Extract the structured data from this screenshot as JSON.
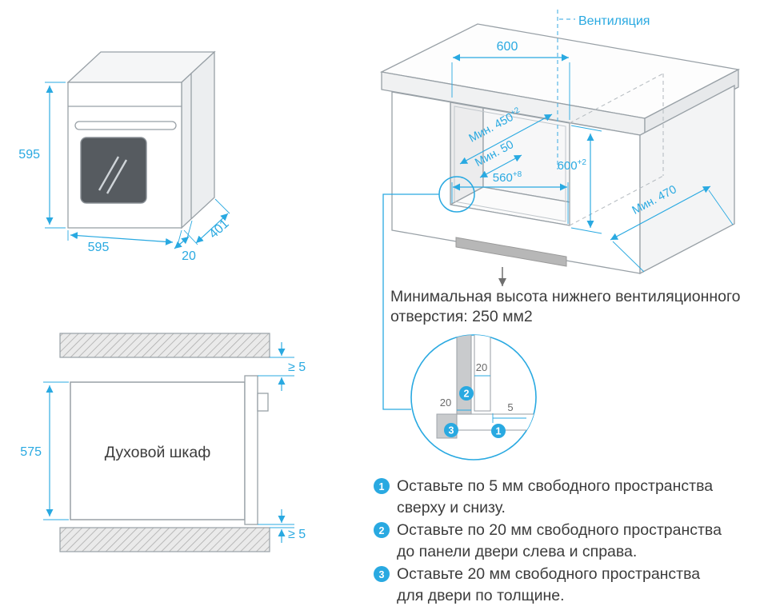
{
  "colors": {
    "accent": "#29a9e1",
    "text": "#3c3c3c",
    "line": "#98a0a6"
  },
  "oven3d": {
    "dim_height": "595",
    "dim_width": "595",
    "dim_depth": "401",
    "dim_door_thickness": "20"
  },
  "cabinet": {
    "ventilation_label": "Вентиляция",
    "dim_top_width": "600",
    "dim_min_depth_upper": "Мин. 450",
    "dim_min_depth_upper_sup": "+2",
    "dim_min_gap": "Мин. 50",
    "dim_niche_height": "600",
    "dim_niche_height_sup": "+2",
    "dim_niche_width": "560",
    "dim_niche_width_sup": "+8",
    "dim_min_depth_lower": "Мин. 470",
    "vent_note_line1": "Минимальная высота нижнего вентиляционного",
    "vent_note_line2": "отверстия: 250 мм2"
  },
  "section": {
    "oven_label": "Духовой шкаф",
    "dim_height": "575",
    "dim_gap_top": "≥ 5",
    "dim_gap_bottom": "≥ 5"
  },
  "detail": {
    "dim_side": "20",
    "dim_left": "20",
    "dim_front": "5",
    "badge1": "1",
    "badge2": "2",
    "badge3": "3"
  },
  "notes": [
    {
      "num": "1",
      "line1": "Оставьте по 5 мм свободного пространства",
      "line2": "сверху и снизу."
    },
    {
      "num": "2",
      "line1": "Оставьте по 20 мм свободного пространства",
      "line2": "до панели двери слева и справа."
    },
    {
      "num": "3",
      "line1": "Оставьте 20 мм свободного пространства",
      "line2": "для двери по толщине."
    }
  ]
}
